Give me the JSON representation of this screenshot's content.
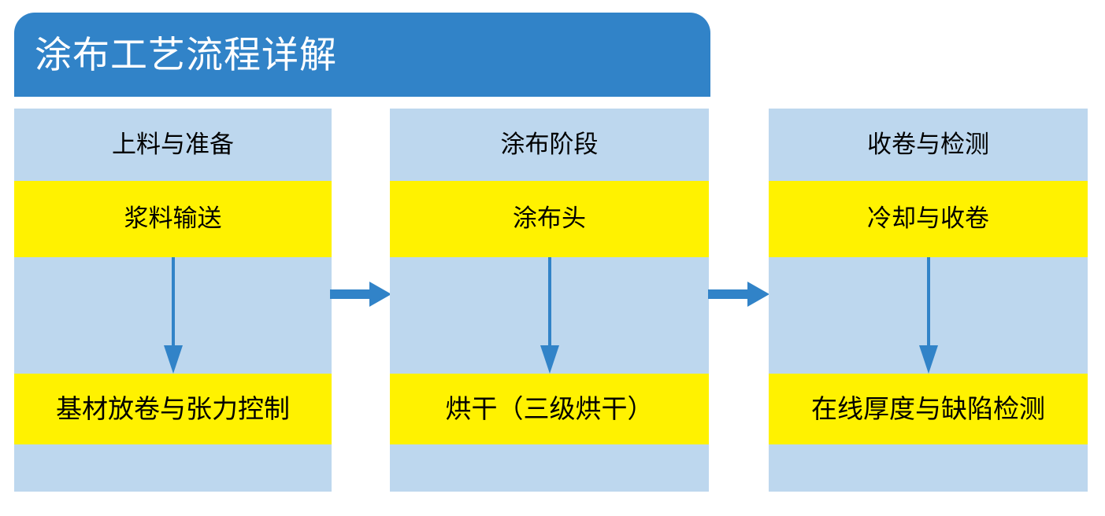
{
  "title": {
    "text": "涂布工艺流程详解"
  },
  "colors": {
    "banner_blue": "#3183C8",
    "panel_light_blue": "#BDD7EE",
    "band_yellow": "#FFF200",
    "arrow_blue": "#3183C8",
    "title_text": "#FFFFFF",
    "label_text": "#000000"
  },
  "stages": [
    {
      "heading": "上料与准备",
      "step_top": "浆料输送",
      "step_bottom": "基材放卷与张力控制"
    },
    {
      "heading": "涂布阶段",
      "step_top": "涂布头",
      "step_bottom": "烘干（三级烘干）"
    },
    {
      "heading": "收卷与检测",
      "step_top": "冷却与收卷",
      "step_bottom": "在线厚度与缺陷检测"
    }
  ],
  "connectors": [
    {
      "from": "上料与准备",
      "to": "涂布阶段",
      "direction": "right"
    },
    {
      "from": "涂布阶段",
      "to": "收卷与检测",
      "direction": "right"
    }
  ],
  "internal_flows": [
    {
      "from": "浆料输送",
      "to": "基材放卷与张力控制",
      "direction": "down"
    },
    {
      "from": "涂布头",
      "to": "烘干（三级烘干）",
      "direction": "down"
    },
    {
      "from": "冷却与收卷",
      "to": "在线厚度与缺陷检测",
      "direction": "down"
    }
  ]
}
